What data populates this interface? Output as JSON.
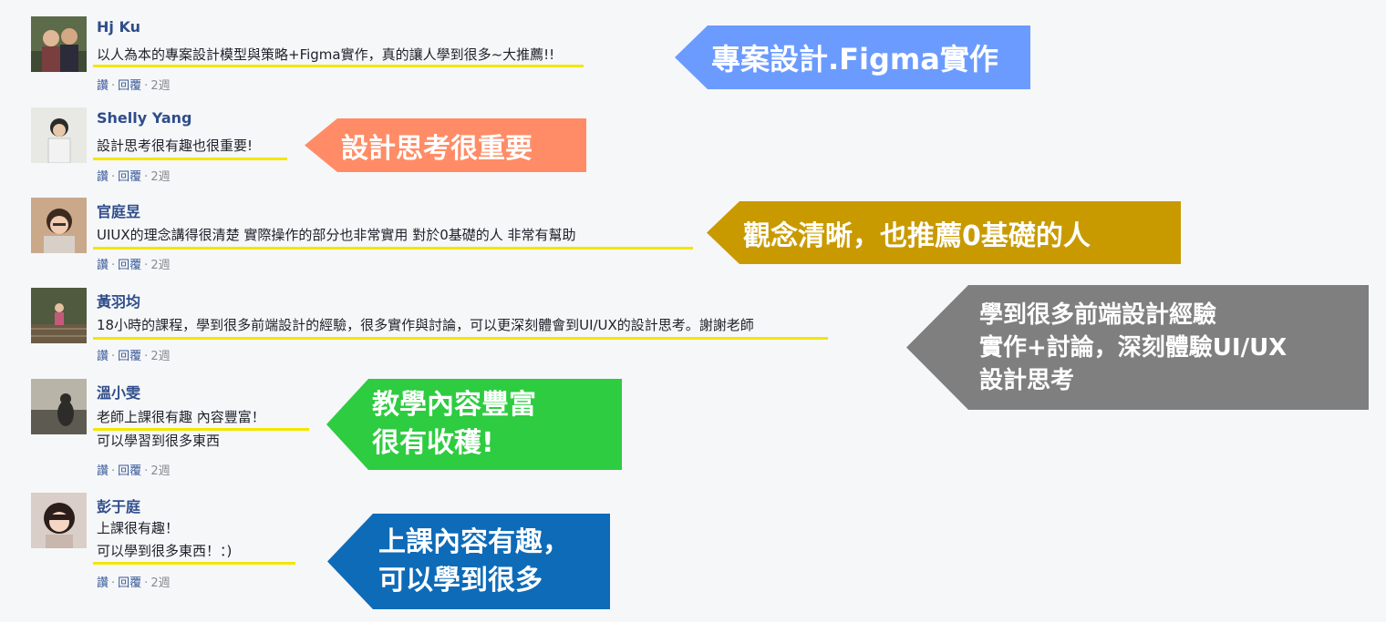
{
  "actions": {
    "like": "讚",
    "reply": "回覆",
    "dot": "·",
    "time": "2週"
  },
  "comments": [
    {
      "name": "Hj Ku",
      "lines": [
        "以人為本的專案設計模型與策略+Figma實作，真的讓人學到很多~大推薦!!"
      ]
    },
    {
      "name": "Shelly Yang",
      "lines": [
        "設計思考很有趣也很重要!"
      ]
    },
    {
      "name": "官庭昱",
      "lines": [
        "UIUX的理念講得很清楚 實際操作的部分也非常實用 對於0基礎的人 非常有幫助"
      ]
    },
    {
      "name": "黃羽均",
      "lines": [
        "18小時的課程，學到很多前端設計的經驗，很多實作與討論，可以更深刻體會到UI/UX的設計思考。謝謝老師"
      ]
    },
    {
      "name": "溫小雯",
      "lines": [
        "老師上課很有趣 內容豐富！",
        "可以學習到很多東西"
      ]
    },
    {
      "name": "彭于庭",
      "lines": [
        "上課很有趣！",
        "可以學到很多東西！：)"
      ]
    }
  ],
  "callouts": [
    {
      "lines": [
        "專案設計.Figma實作"
      ],
      "color": "#6b9bff"
    },
    {
      "lines": [
        "設計思考很重要"
      ],
      "color": "#ff8c66"
    },
    {
      "lines": [
        "觀念清晰，也推薦0基礎的人"
      ],
      "color": "#c99a00"
    },
    {
      "lines": [
        "學到很多前端設計經驗",
        "實作+討論，深刻體驗UI/UX",
        "設計思考"
      ],
      "color": "#7f7f7f"
    },
    {
      "lines": [
        "教學內容豐富",
        "很有收穫!"
      ],
      "color": "#2ecc40"
    },
    {
      "lines": [
        "上課內容有趣，",
        "可以學到很多"
      ],
      "color": "#0e6bb8"
    }
  ]
}
